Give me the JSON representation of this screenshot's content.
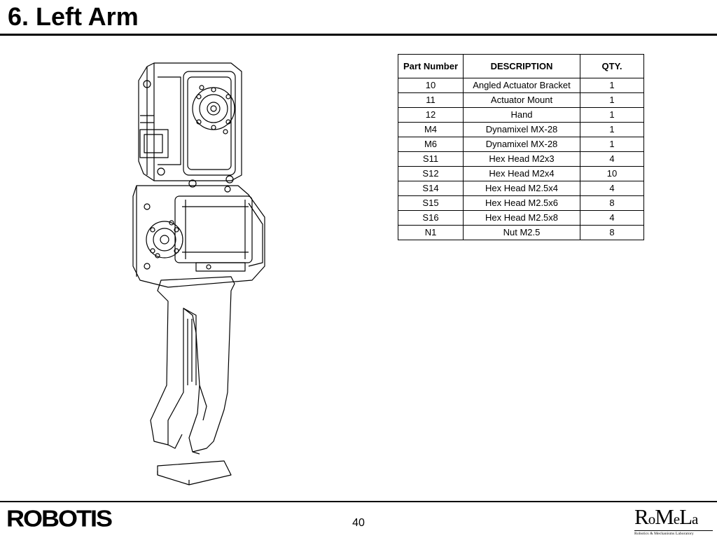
{
  "page": {
    "title": "6. Left Arm",
    "page_number": "40"
  },
  "parts_table": {
    "headers": [
      "Part Number",
      "DESCRIPTION",
      "QTY."
    ],
    "rows": [
      {
        "part": "10",
        "desc": "Angled Actuator Bracket",
        "qty": "1"
      },
      {
        "part": "11",
        "desc": "Actuator Mount",
        "qty": "1"
      },
      {
        "part": "12",
        "desc": "Hand",
        "qty": "1"
      },
      {
        "part": "M4",
        "desc": "Dynamixel MX-28",
        "qty": "1"
      },
      {
        "part": "M6",
        "desc": "Dynamixel MX-28",
        "qty": "1"
      },
      {
        "part": "S11",
        "desc": "Hex Head M2x3",
        "qty": "4"
      },
      {
        "part": "S12",
        "desc": "Hex Head M2x4",
        "qty": "10"
      },
      {
        "part": "S14",
        "desc": "Hex Head M2.5x4",
        "qty": "4"
      },
      {
        "part": "S15",
        "desc": "Hex Head M2.5x6",
        "qty": "8"
      },
      {
        "part": "S16",
        "desc": "Hex Head M2.5x8",
        "qty": "4"
      },
      {
        "part": "N1",
        "desc": "Nut M2.5",
        "qty": "8"
      }
    ]
  },
  "footer": {
    "left_logo": "ROBOTIS",
    "right_logo": {
      "parts": [
        "R",
        "o",
        "M",
        "e",
        "L",
        "a"
      ],
      "subtitle": "Robotics & Mechanisms Laboratory"
    }
  },
  "colors": {
    "text": "#000000",
    "background": "#ffffff",
    "rule": "#000000"
  }
}
